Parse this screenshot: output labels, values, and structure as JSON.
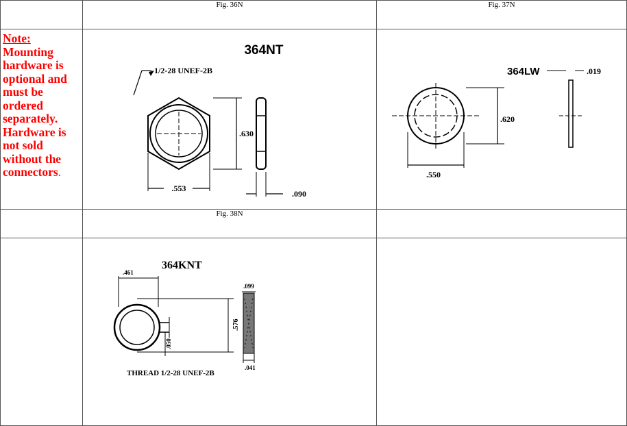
{
  "captions": {
    "fig1": "Fig. 36N",
    "fig2": "Fig. 37N",
    "fig3": "Fig. 38N"
  },
  "note": {
    "heading": "Note:",
    "body": "Mounting hardware is optional and must be ordered separately. Hardware is not sold without the connectors",
    "end": "."
  },
  "fig36": {
    "title": "364NT",
    "thread": "1/2-28 UNEF-2B",
    "height": ".630",
    "width": ".553",
    "thickness": ".090"
  },
  "fig37": {
    "title": "364LW",
    "thickness": ".019",
    "height": ".620",
    "width": ".550"
  },
  "fig38": {
    "title": "364KNT",
    "width": ".461",
    "height": ".576",
    "offset": ".050",
    "thickness_top": ".099",
    "thickness_bottom": ".041",
    "thread": "THREAD  1/2-28 UNEF-2B"
  },
  "colors": {
    "note": "#ff0000",
    "border": "#555555"
  }
}
